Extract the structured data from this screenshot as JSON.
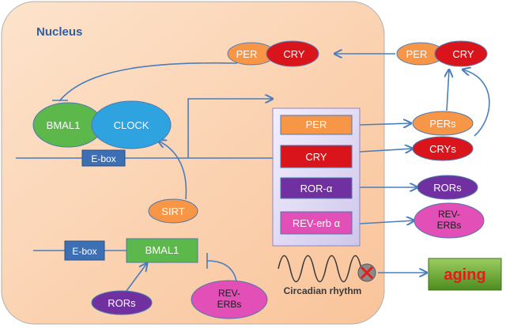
{
  "nucleus_label": "Nucleus",
  "top_complex_left": {
    "per": "PER",
    "cry": "CRY"
  },
  "top_complex_right": {
    "per": "PER",
    "cry": "CRY"
  },
  "bmal1_clock": {
    "bmal1": "BMAL1",
    "clock": "CLOCK"
  },
  "ebox_upper": "E-box",
  "ebox_lower": "E-box",
  "sirt": "SIRT",
  "bmal1_gene": "BMAL1",
  "rors_lower": "RORs",
  "reverbs_lower": "REV-\nERBs",
  "genes": {
    "per": "PER",
    "cry": "CRY",
    "ror": "ROR-α",
    "reverb": "REV-erb α"
  },
  "proteins": {
    "pers": "PERs",
    "crys": "CRYs",
    "rors": "RORs",
    "reverbs": "REV-\nERBs"
  },
  "circadian": "Circadian rhythm",
  "aging": "aging",
  "colors": {
    "nucleus_fill": "#fcd2b0",
    "orange": "#f79646",
    "red": "#d9141b",
    "purple": "#7030a0",
    "magenta": "#e14fb7",
    "green": "#5cb84a",
    "blue_ellipse": "#2fa3e0",
    "ebox_blue": "#3d6fb5",
    "arrow_blue": "#4a7ebb",
    "aging_green": "#6aa42f",
    "aging_text": "#e31b1b"
  }
}
